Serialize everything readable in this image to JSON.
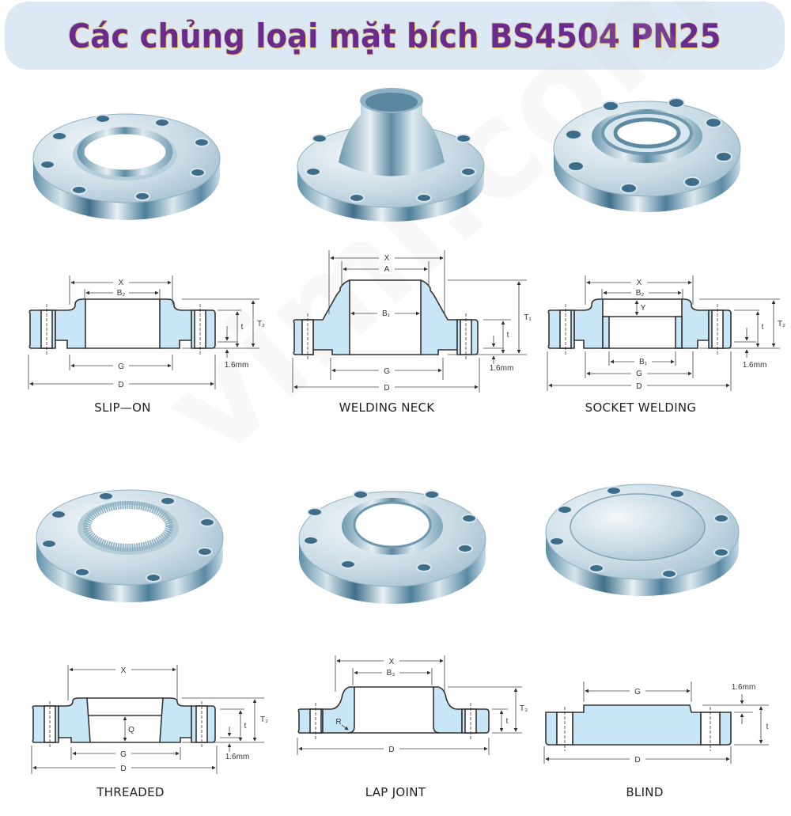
{
  "title": "Các chủng loại mặt bích BS4504 PN25",
  "watermark": "vimi.com.vn",
  "colors": {
    "title_text": "#6a2a8e",
    "title_bg": "#dde8f5",
    "section_fill": "#c8e6f5",
    "outline": "#333333",
    "metal_light": "#d8e6ee",
    "metal_dark": "#4a7f9c"
  },
  "flanges": [
    {
      "name": "SLIP-ON",
      "caption": "SLIP—ON",
      "dims": {
        "x": "X",
        "b": "B₂",
        "g": "G",
        "d": "D",
        "t": "t",
        "T": "T₂",
        "rf": "1.6mm"
      }
    },
    {
      "name": "WELDING NECK",
      "caption": "WELDING NECK",
      "dims": {
        "x": "X",
        "a": "A",
        "b": "B₁",
        "g": "G",
        "d": "D",
        "t": "t",
        "T": "T₁",
        "rf": "1.6mm"
      }
    },
    {
      "name": "SOCKET WELDING",
      "caption": "SOCKET WELDING",
      "dims": {
        "x": "X",
        "b2": "B₂",
        "y": "Y",
        "b1": "B₁",
        "g": "G",
        "d": "D",
        "t": "t",
        "T": "T₂",
        "rf": "1.6mm"
      }
    },
    {
      "name": "THREADED",
      "caption": "THREADED",
      "dims": {
        "x": "X",
        "q": "Q",
        "g": "G",
        "d": "D",
        "t": "t",
        "T": "T₂",
        "rf": "1.6mm"
      }
    },
    {
      "name": "LAP JOINT",
      "caption": "LAP JOINT",
      "dims": {
        "x": "X",
        "b": "B₃",
        "r": "R",
        "d": "D",
        "t": "t",
        "T": "T₃"
      }
    },
    {
      "name": "BLIND",
      "caption": "BLIND",
      "dims": {
        "g": "G",
        "d": "D",
        "t": "t",
        "rf": "1.6mm"
      }
    }
  ]
}
